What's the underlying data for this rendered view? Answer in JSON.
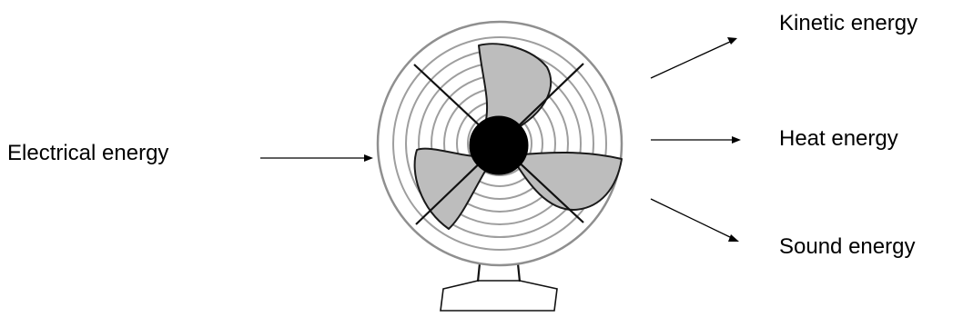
{
  "labels": {
    "input": "Electrical energy",
    "output_kinetic": "Kinetic energy",
    "output_heat": "Heat energy",
    "output_sound": "Sound energy"
  },
  "colors": {
    "blade_fill": "#bdbdbd",
    "hub_fill": "#000000",
    "guard_stroke": "#9e9e9e",
    "line": "#000000"
  }
}
